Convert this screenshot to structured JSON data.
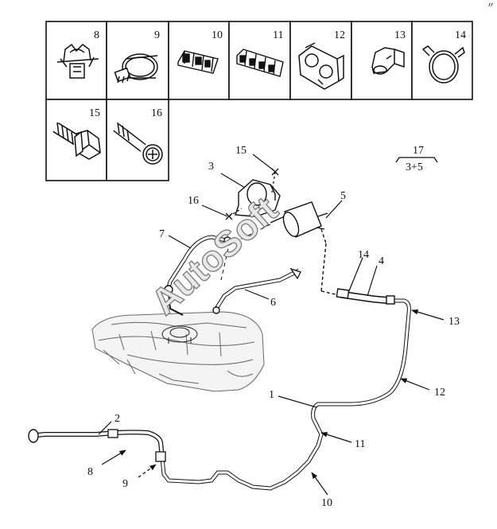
{
  "corner_mark": "〃",
  "parts_grid": {
    "row1": [
      "8",
      "9",
      "10",
      "11",
      "12",
      "13",
      "14"
    ],
    "row2": [
      "15",
      "16"
    ]
  },
  "callouts": {
    "c1": "1",
    "c2": "2",
    "c3": "3",
    "c4": "4",
    "c5": "5",
    "c6": "6",
    "c7": "7",
    "c8": "8",
    "c9": "9",
    "c10": "10",
    "c11": "11",
    "c12": "12",
    "c13": "13",
    "c14": "14",
    "c15": "15",
    "c16": "16"
  },
  "kit": {
    "number": "17",
    "contents": "3+5"
  },
  "watermark": "AutoSoft",
  "icons": {
    "p8": "push-clip-icon",
    "p9": "hose-clamp-icon",
    "p10": "triple-pipe-clip-icon",
    "p11": "quad-pipe-clip-icon",
    "p12": "double-line-bracket-icon",
    "p13": "single-pipe-clip-icon",
    "p14": "spring-band-clamp-icon",
    "p15": "hex-flange-bolt-icon",
    "p16": "long-screw-bolt-icon"
  }
}
